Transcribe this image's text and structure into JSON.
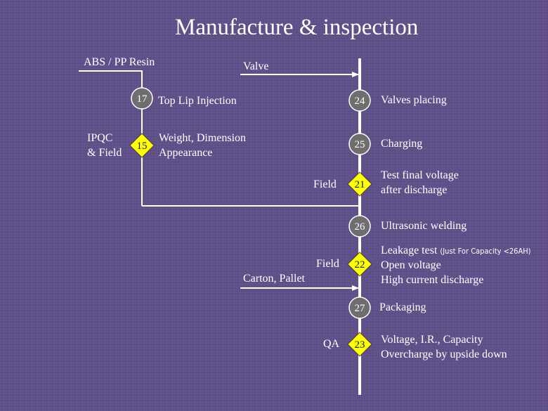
{
  "title": "Manufacture & inspection",
  "inputs": {
    "resin": "ABS / PP Resin",
    "valve": "Valve",
    "carton": "Carton, Pallet"
  },
  "steps": {
    "s17": {
      "number": "17",
      "label": "Top Lip Injection"
    },
    "s15": {
      "number": "15",
      "side_label_line1": "IPQC",
      "side_label_line2": "& Field",
      "line1": "Weight, Dimension",
      "line2": "Appearance"
    },
    "s24": {
      "number": "24",
      "label": "Valves placing"
    },
    "s25": {
      "number": "25",
      "label": "Charging"
    },
    "s21": {
      "number": "21",
      "side_label": "Field",
      "line1": "Test final voltage",
      "line2": "after discharge"
    },
    "s26": {
      "number": "26",
      "label": "Ultrasonic welding"
    },
    "s22": {
      "number": "22",
      "side_label": "Field",
      "line1_main": "Leakage test ",
      "line1_note": "(Just For Capacity <26AH)",
      "line2": "Open voltage",
      "line3": "High current discharge"
    },
    "s27": {
      "number": "27",
      "label": "Packaging"
    },
    "s23": {
      "number": "23",
      "side_label": "QA",
      "line1": "Voltage, I.R., Capacity",
      "line2": "Overcharge by upside down"
    }
  },
  "colors": {
    "background": "#5e4d87",
    "line": "#ffffff",
    "circle": "#6e6e6e",
    "diamond": "#ffff00",
    "text": "#ffffff"
  }
}
